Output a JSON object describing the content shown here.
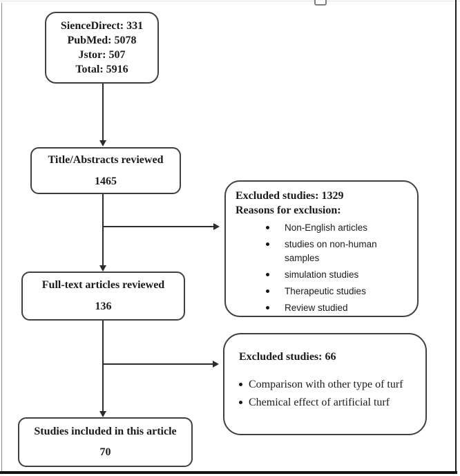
{
  "diagram": {
    "sources_box": {
      "lines": [
        "SienceDirect: 331",
        "PubMed: 5078",
        "Jstor: 507",
        "Total: 5916"
      ]
    },
    "title_abstracts_box": {
      "label": "Title/Abstracts reviewed",
      "count": "1465"
    },
    "excluded_box_1": {
      "title": "Excluded studies: 1329",
      "subtitle": "Reasons for exclusion:",
      "bullets": [
        "Non-English articles",
        "studies on non-human samples",
        "simulation studies",
        "Therapeutic studies",
        "Review studied"
      ]
    },
    "fulltext_box": {
      "label": "Full-text articles reviewed",
      "count": "136"
    },
    "excluded_box_2": {
      "title": "Excluded studies: 66",
      "bullets": [
        "Comparison with other type of turf",
        "Chemical effect of artificial turf"
      ]
    },
    "included_box": {
      "label": "Studies included in this article",
      "count": "70"
    }
  },
  "colors": {
    "box_border": "#3f3f3f",
    "connector": "#2b2b2b",
    "text": "#1a1a1a",
    "background": "#ffffff"
  }
}
